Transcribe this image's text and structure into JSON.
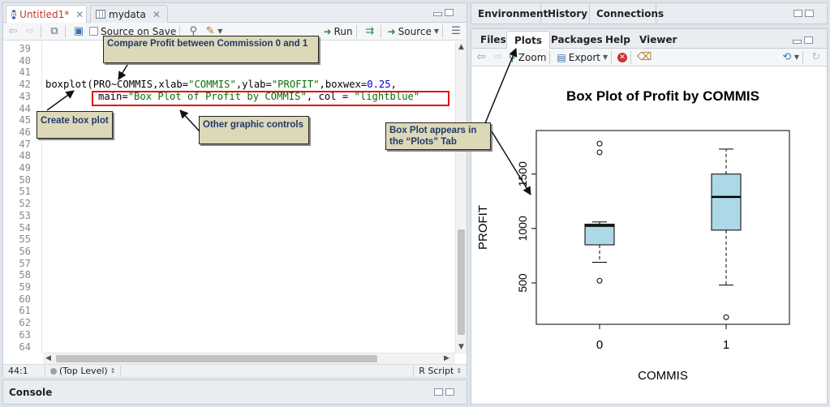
{
  "editor": {
    "tabs": [
      {
        "label": "Untitled1*",
        "modified": true
      },
      {
        "label": "mydata",
        "modified": false
      }
    ],
    "toolbar": {
      "source_on_save": "Source on Save",
      "run": "Run",
      "source": "Source"
    },
    "line_numbers": [
      "39",
      "40",
      "41",
      "42",
      "43",
      "44",
      "45",
      "46",
      "47",
      "48",
      "49",
      "50",
      "51",
      "52",
      "53",
      "54",
      "55",
      "56",
      "57",
      "58",
      "59",
      "60",
      "61",
      "62",
      "63",
      "64"
    ],
    "code": {
      "line42_prefix": "boxplot(",
      "line42_formula": "PRO~COMMIS,xlab=",
      "line42_xlab": "\"COMMIS\"",
      "line42_mid": ",ylab=",
      "line42_ylab": "\"PROFIT\"",
      "line42_mid2": ",boxwex=",
      "line42_boxwex": "0.25",
      "line42_end": ",",
      "line43_main_key": "main=",
      "line43_main": "\"Box Plot of Profit by COMMIS\"",
      "line43_mid": ", col = ",
      "line43_col": "\"lightblue\""
    },
    "status": {
      "position": "44:1",
      "scope": "(Top Level)",
      "filetype": "R Script"
    }
  },
  "console": {
    "label": "Console"
  },
  "env_pane": {
    "tabs": [
      "Environment",
      "History",
      "Connections"
    ]
  },
  "plots_pane": {
    "tabs": [
      "Files",
      "Plots",
      "Packages",
      "Help",
      "Viewer"
    ],
    "active_tab": "Plots",
    "toolbar": {
      "zoom": "Zoom",
      "export": "Export"
    }
  },
  "annotations": {
    "compare": "Compare Profit between Commission 0 and 1",
    "create": "Create box plot",
    "other": "Other graphic controls",
    "plots_tab_line1": "Box Plot appears in",
    "plots_tab_line2": "the “Plots” Tab"
  },
  "chart_data": {
    "type": "box",
    "title": "Box Plot of Profit by COMMIS",
    "xlabel": "COMMIS",
    "ylabel": "PROFIT",
    "categories": [
      "0",
      "1"
    ],
    "y_ticks": [
      500,
      1000,
      1500
    ],
    "ylim": [
      120,
      1900
    ],
    "fill_color": "#add8e6",
    "boxes": [
      {
        "category": "0",
        "whisker_low": 690,
        "q1": 850,
        "median": 1025,
        "q3": 1040,
        "whisker_high": 1060,
        "outliers": [
          520,
          1700,
          1780
        ]
      },
      {
        "category": "1",
        "whisker_low": 480,
        "q1": 985,
        "median": 1290,
        "q3": 1500,
        "whisker_high": 1730,
        "outliers": [
          185
        ]
      }
    ]
  }
}
